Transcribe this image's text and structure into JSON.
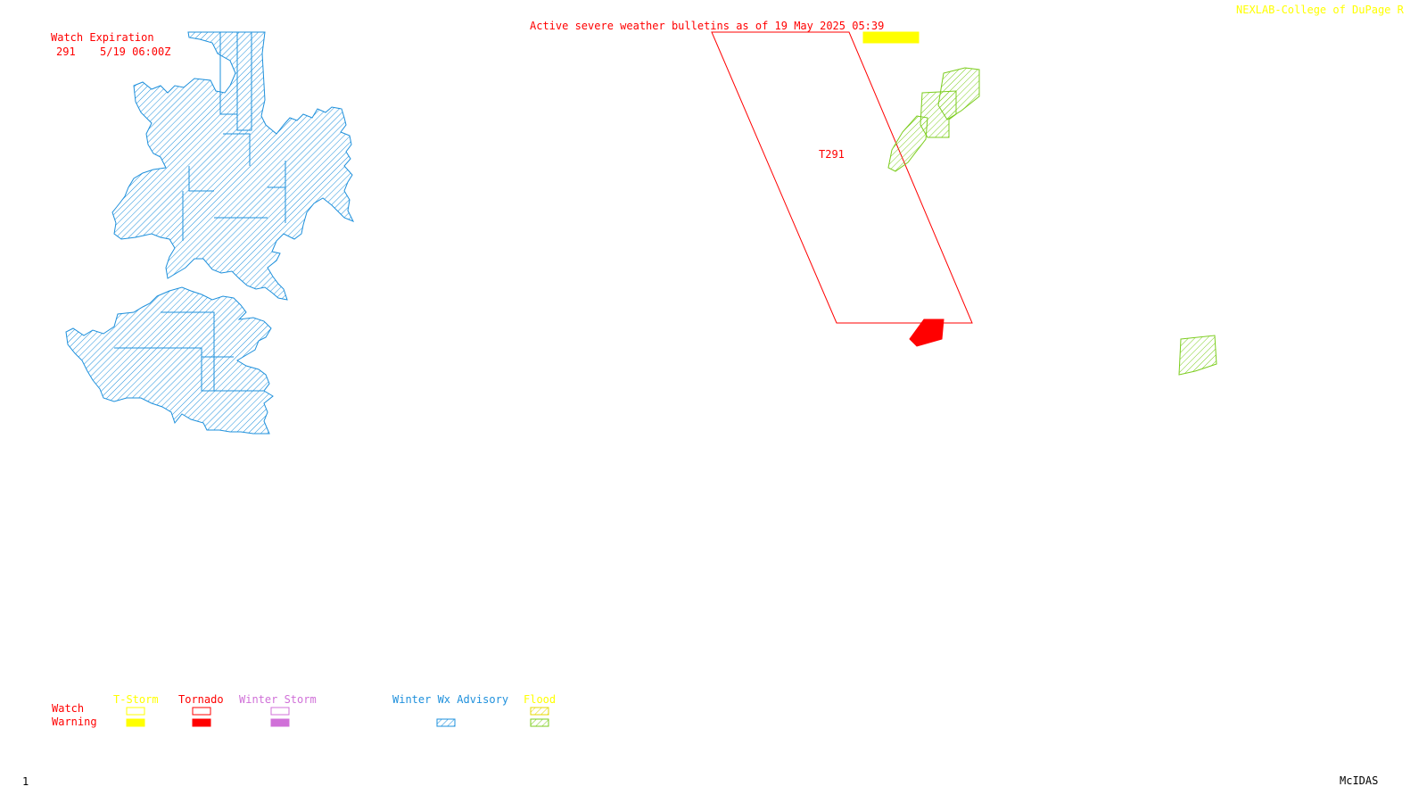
{
  "header": {
    "credit": "NEXLAB-College of DuPage R",
    "bulletin_title": "Active severe weather bulletins as of 19 May 2025 05:39"
  },
  "watch_expiration": {
    "heading": "Watch Expiration",
    "entries": [
      {
        "number": "291",
        "expires": "5/19 06:00Z"
      }
    ]
  },
  "watch_boxes": [
    {
      "label": "T291",
      "type": "Tornado"
    }
  ],
  "legend": {
    "row_labels": {
      "watch": "Watch",
      "warning": "Warning"
    },
    "categories": [
      {
        "name": "T-Storm",
        "color": "#ffff00",
        "watch": "outline",
        "warning": "solid"
      },
      {
        "name": "Tornado",
        "color": "#ff0000",
        "watch": "outline",
        "warning": "solid"
      },
      {
        "name": "Winter Storm",
        "color": "#d070d8",
        "watch": "outline",
        "warning": "solid"
      },
      {
        "name": "Winter Wx Advisory",
        "color": "#1e90dc",
        "watch": "none",
        "warning": "hatched"
      },
      {
        "name": "Flood",
        "color": "#7ccd1e",
        "watch": "hatched",
        "warning": "hatched"
      }
    ]
  },
  "footer": {
    "frame_number": "1",
    "software": "McIDAS"
  },
  "colors": {
    "tornado": "#ff0000",
    "tstorm": "#ffff00",
    "winter_storm": "#d070d8",
    "winter_advisory": "#1e90dc",
    "flood": "#7ccd1e"
  }
}
